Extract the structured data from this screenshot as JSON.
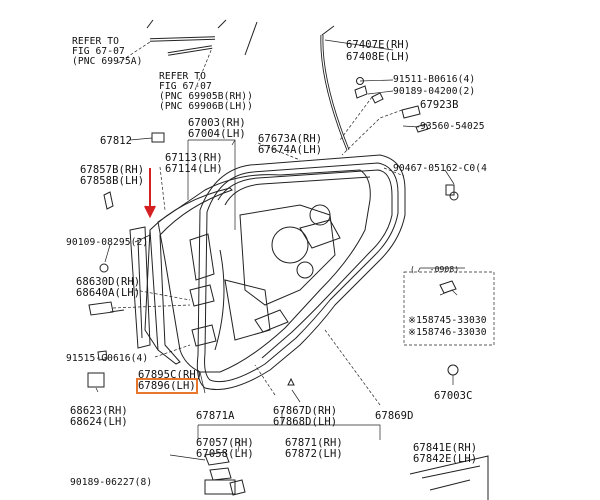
{
  "diagram": {
    "labels": {
      "ref1_line1": "REFER TO",
      "ref1_line2": "FIG 67-07",
      "ref1_line3": "(PNC 69975A)",
      "ref2_line1": "REFER TO",
      "ref2_line2": "FIG 67-07",
      "ref2_line3": "(PNC 69905B(RH))",
      "ref2_line4": "(PNC 69906B(LH))",
      "p67407": "67407E(RH)",
      "p67408": "67408E(LH)",
      "p91511": "91511-B0616(4)",
      "p90189a": "90189-04200(2)",
      "p67923": "67923B",
      "p93560": "93560-54025",
      "p67003a": "67003(RH)",
      "p67004": "67004(LH)",
      "p67812": "67812",
      "p67113": "67113(RH)",
      "p67114": "67114(LH)",
      "p67673": "67673A(RH)",
      "p67674": "67674A(LH)",
      "p67857": "67857B(RH)",
      "p67858": "67858B(LH)",
      "p90467": "90467-05162-C0(4",
      "p90109": "90109-08295(2)",
      "p68630": "68630D(RH)",
      "p68640": "68640A(LH)",
      "date_note": "(   -0908)",
      "p58745": "※158745-33030",
      "p58746": "※158746-33030",
      "p91515": "91515-G0616(4)",
      "p67895": "67895C(RH)",
      "p67896": "67896(LH)",
      "p67003c": "67003C",
      "p68623": "68623(RH)",
      "p68624": "68624(LH)",
      "p67871a": "67871A",
      "p67867": "67867D(RH)",
      "p67868": "67868D(LH)",
      "p67869": "67869D",
      "p67057": "67057(RH)",
      "p67058": "67058(LH)",
      "p67871": "67871(RH)",
      "p67872": "67872(LH)",
      "p67841": "67841E(RH)",
      "p67842": "67842E(LH)",
      "p90189b": "90189-06227(8)"
    },
    "colors": {
      "line": "#222222",
      "highlight": "#e8772e",
      "arrow": "#d42020"
    }
  }
}
